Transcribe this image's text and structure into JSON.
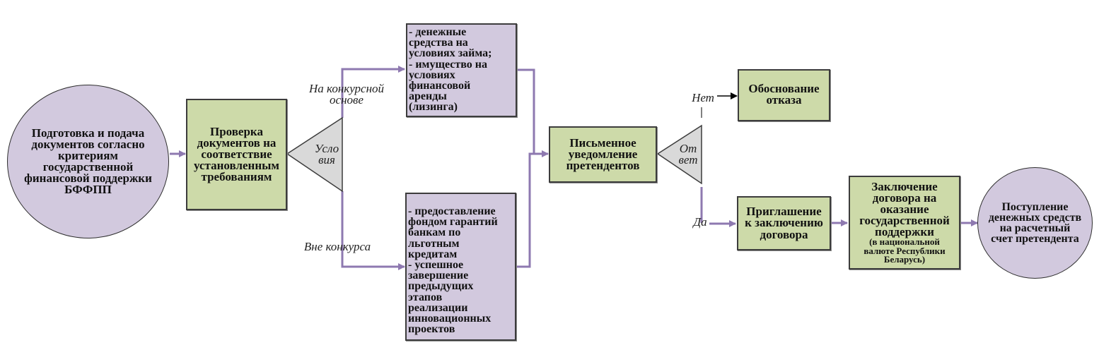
{
  "diagram": {
    "nodes": {
      "start": {
        "text": "Подготовка и подача\nдокументов согласно\nкритериям\nгосударственной\nфинансовой поддержки\nБФФПП",
        "shape": "circle"
      },
      "check": {
        "text": "Проверка\nдокументов на\nсоответствие\nустановленным\nтребованиям",
        "shape": "rectangle"
      },
      "conditions": {
        "text": "Усло\nвия",
        "shape": "triangle"
      },
      "competitive_box": {
        "text": "- денежные\nсредства на\nусловиях займа;\n- имущество на\nусловиях\nфинансовой\nаренды\n(лизинга)",
        "shape": "rectangle"
      },
      "noncompetitive_box": {
        "text": "- предоставление\nфондом гарантий\nбанкам по\nльготным\nкредитам\n- успешное\nзавершение\nпредыдущих\nэтапов\nреализации\nинновационных\nпроектов",
        "shape": "rectangle"
      },
      "notification": {
        "text": "Письменное\nуведомление\nпретендентов",
        "shape": "rectangle"
      },
      "answer": {
        "text": "От\nвет",
        "shape": "triangle"
      },
      "refusal": {
        "text": "Обоснование\nотказа",
        "shape": "rectangle"
      },
      "invitation": {
        "text": "Приглашение\nк заключению\nдоговора",
        "shape": "rectangle"
      },
      "contract": {
        "text": "Заключение\nдоговора на\nоказание\nгосударственной\nподдержки",
        "note": "(в национальной\nвалюте Республики\nБеларусь)",
        "shape": "rectangle"
      },
      "receipt": {
        "text": "Поступление\nденежных средств\nна расчетный\nсчет претендента",
        "shape": "circle"
      }
    },
    "edge_labels": {
      "competitive": "На конкурсной\nоснове",
      "noncompetitive": "Вне конкурса",
      "no": "Нет",
      "yes": "Да"
    },
    "colors": {
      "green_fill": "#cddaa9",
      "purple_fill": "#d2c9de",
      "decision_fill": "#d9d9d9",
      "connector": "#8e79b0",
      "border": "#3c3c3c"
    }
  }
}
